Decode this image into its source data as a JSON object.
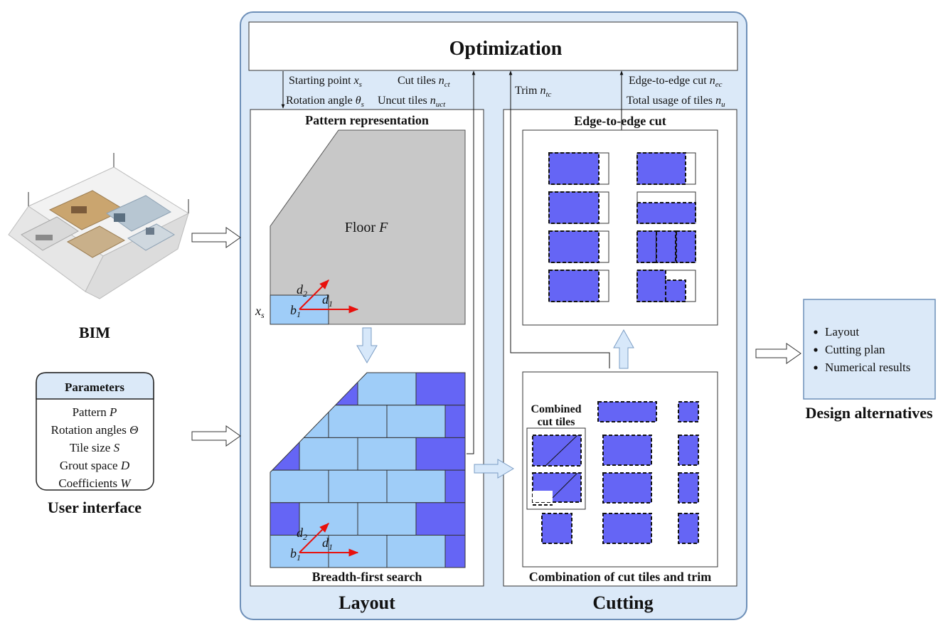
{
  "colors": {
    "panel_bg": "#dbe9f8",
    "panel_stroke": "#6d8fb8",
    "floor_gray": "#c8c8c8",
    "tile_light": "#9fcdf8",
    "tile_dark": "#6565f5",
    "arrow_red": "#e8100c",
    "light_arrow": "#d7e8fa"
  },
  "optimization": {
    "title": "Optimization"
  },
  "params_text": {
    "starting_point": "Starting point",
    "starting_point_var": "x",
    "starting_point_sub": "s",
    "rotation_angle": "Rotation angle",
    "rotation_angle_var": "θ",
    "rotation_angle_sub": "s",
    "cut_tiles": "Cut tiles",
    "cut_tiles_var": "n",
    "cut_tiles_sub": "ct",
    "uncut_tiles": "Uncut tiles",
    "uncut_tiles_var": "n",
    "uncut_tiles_sub": "uct",
    "trim": "Trim",
    "trim_var": "n",
    "trim_sub": "tc",
    "edge_cut": "Edge-to-edge cut",
    "edge_cut_var": "n",
    "edge_cut_sub": "ec",
    "total_usage": "Total usage of tiles",
    "total_usage_var": "n",
    "total_usage_sub": "u"
  },
  "layout": {
    "label": "Layout",
    "pattern_title": "Pattern representation",
    "floor_label": "Floor",
    "floor_var": "F",
    "bfs_title": "Breadth-first search",
    "d1": "d",
    "d1_sub": "1",
    "d2": "d",
    "d2_sub": "2",
    "b1": "b",
    "b1_sub": "1",
    "xs": "x",
    "xs_sub": "s"
  },
  "cutting": {
    "label": "Cutting",
    "edge_title": "Edge-to-edge cut",
    "combo_title": "Combination of cut tiles and trim",
    "combined_label_1": "Combined",
    "combined_label_2": "cut tiles"
  },
  "bim": {
    "label": "BIM"
  },
  "parameters": {
    "title": "Parameters",
    "items": [
      {
        "text": "Pattern",
        "var": "P"
      },
      {
        "text": "Rotation angles",
        "var": "Θ"
      },
      {
        "text": "Tile size",
        "var": "S"
      },
      {
        "text": "Grout space",
        "var": "D"
      },
      {
        "text": "Coefficients",
        "var": "W"
      }
    ],
    "caption": "User interface"
  },
  "outputs": {
    "items": [
      "Layout",
      "Cutting plan",
      "Numerical results"
    ],
    "caption": "Design alternatives"
  }
}
